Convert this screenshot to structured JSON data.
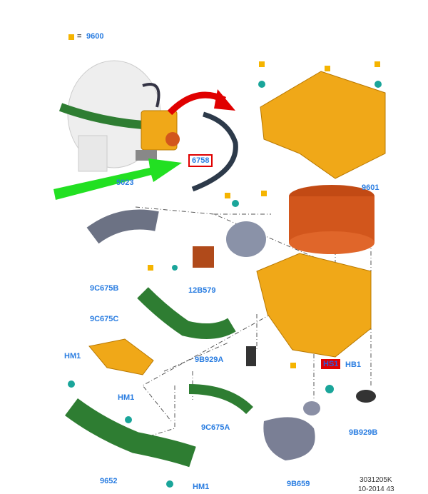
{
  "legend": {
    "symbol": "orange-square",
    "equals": "=",
    "part": "9600"
  },
  "labels": {
    "hose": "6758",
    "tube_top": "5023",
    "air_filter": "9601",
    "bracket": "12B579",
    "duct_b": "9C675B",
    "duct_c": "9C675C",
    "grommet_a": "9B929A",
    "duct_a": "9C675A",
    "hm1_a": "HM1",
    "hm1_b": "HM1",
    "hm1_c": "HM1",
    "resonator": "9652",
    "hs1": "HS1",
    "hb1": "HB1",
    "grommet_b": "9B929B",
    "air_inlet": "9B659"
  },
  "footer": {
    "ref": "3031205K",
    "date": "10-2014 43"
  },
  "colors": {
    "accent": "#2a7de1",
    "housing": "#f0a818",
    "duct": "#2e7d32",
    "filter": "#d2561c",
    "highlight": "#e00000",
    "arrow": "#22e022"
  }
}
